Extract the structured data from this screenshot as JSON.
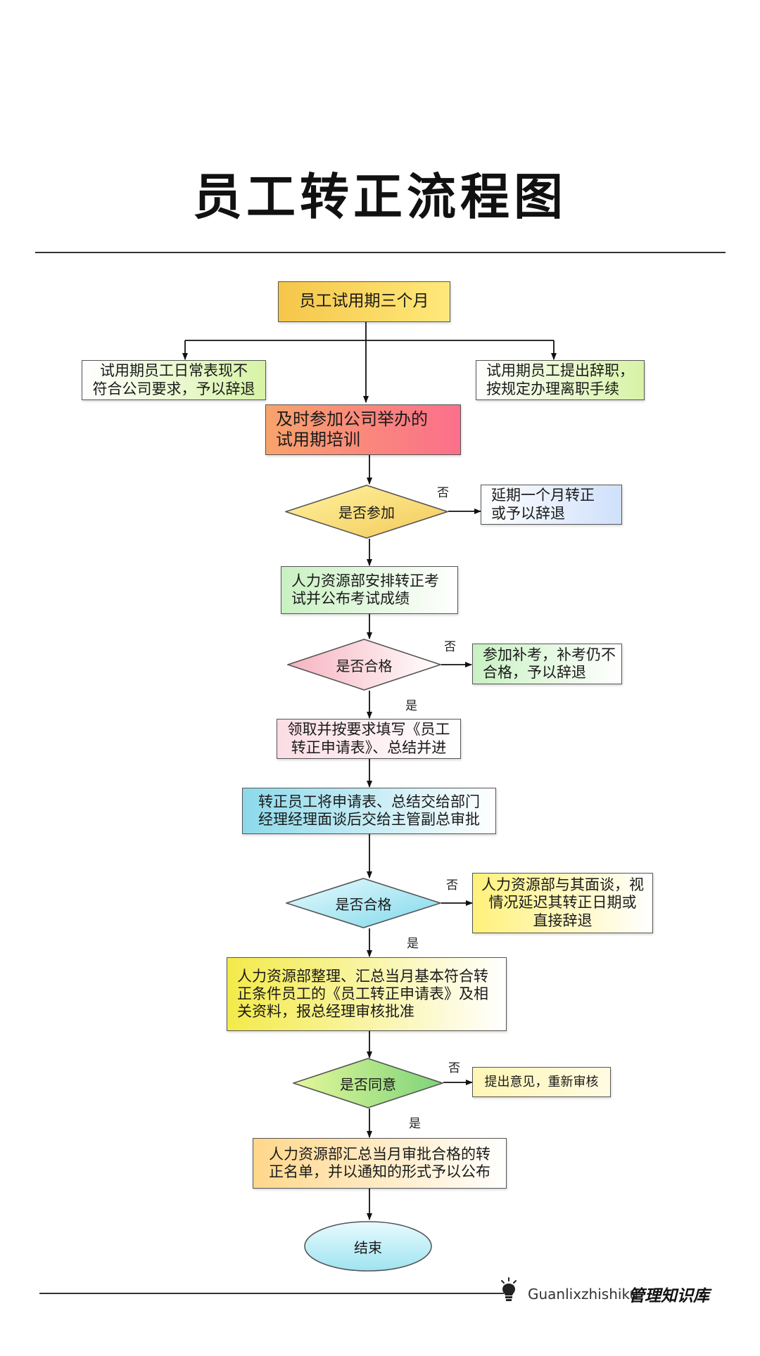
{
  "title": "员工转正流程图",
  "nodes": {
    "start": "员工试用期三个月",
    "dismiss_perf": "试用期员工日常表现不\n符合公司要求，予以辞退",
    "resign": "试用期员工提出辞职，\n按规定办理离职手续",
    "training": "及时参加公司举办的\n试用期培训",
    "q_attend": "是否参加",
    "postpone": "延期一个月转正\n或予以辞退",
    "exam": "人力资源部安排转正考\n试并公布考试成绩",
    "q_pass1": "是否合格",
    "retake": "参加补考，补考仍不\n合格，予以辞退",
    "fill_form": "领取并按要求填写《员工\n转正申请表》、总结并进",
    "submit": "转正员工将申请表、总结交给部门\n经理经理面谈后交给主管副总审批",
    "q_pass2": "是否合格",
    "hr_interview": "人力资源部与其面谈，视\n情况延迟其转正日期或\n直接辞退",
    "hr_collect": "人力资源部整理、汇总当月基本符合转\n正条件员工的《员工转正申请表》及相\n关资料，报总经理审核批准",
    "q_approve": "是否同意",
    "re_review": "提出意见，重新审核",
    "publish": "人力资源部汇总当月审批合格的转\n正名单，并以通知的形式予以公布",
    "end": "结束"
  },
  "edge_labels": {
    "yes": "是",
    "no": "否"
  },
  "footer": {
    "icon": "lightbulb-icon",
    "brand_latin": "Guanlixzhishiku",
    "brand_cn": "管理知识库"
  }
}
